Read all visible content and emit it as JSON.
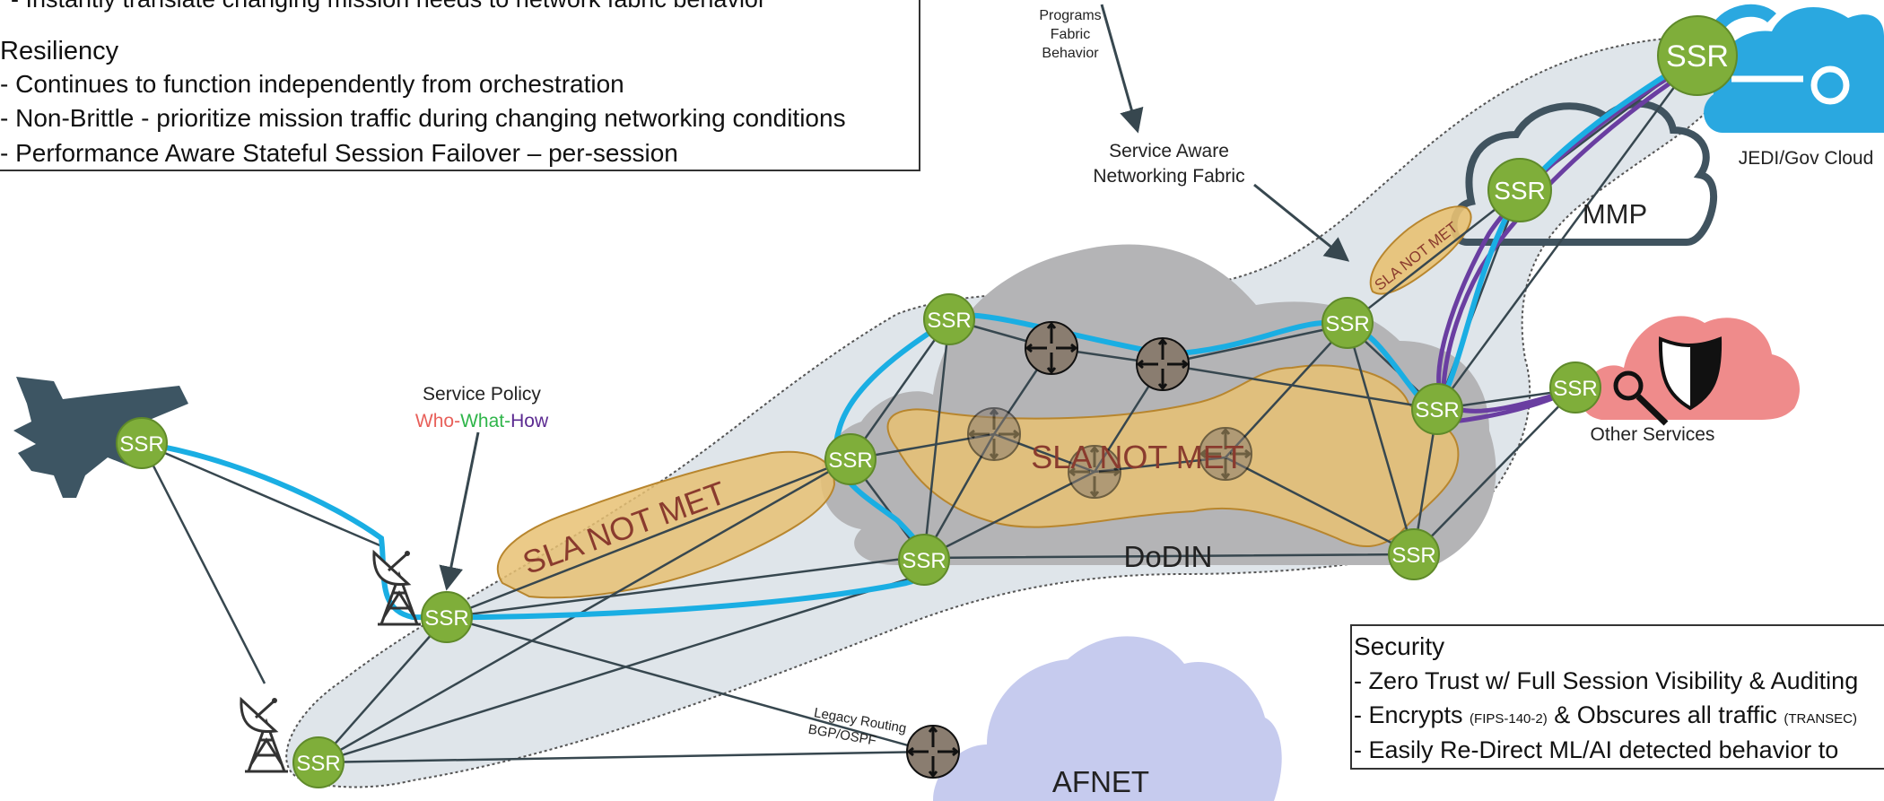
{
  "top_box": {
    "cut_line": "- Instantly translate changing mission needs to network fabric behavior",
    "heading": "Resiliency",
    "bullets": [
      "- Continues to function independently from orchestration",
      "- Non-Brittle - prioritize mission traffic during changing networking conditions",
      "- Performance Aware Stateful Session Failover – per-session"
    ]
  },
  "security_box": {
    "heading": "Security",
    "line1": "- Zero Trust w/ Full Session Visibility & Auditing",
    "line2_a": "- Encrypts ",
    "line2_b": "(FIPS-140-2)",
    "line2_c": " & Obscures all traffic ",
    "line2_d": "(TRANSEC)",
    "line3": "- Easily Re-Direct ML/AI detected behavior to"
  },
  "labels": {
    "programs_1": "Programs",
    "programs_2": "Fabric",
    "programs_3": "Behavior",
    "saf_1": "Service Aware",
    "saf_2": "Networking Fabric",
    "jedi": "JEDI/Gov Cloud",
    "mmp": "MMP",
    "other_services": "Other Services",
    "dodin": "DoDIN",
    "afnet": "AFNET",
    "service_policy": "Service Policy",
    "who": "Who",
    "dash1": "-",
    "what": "What",
    "dash2": "-",
    "how": "How",
    "legacy_1": "Legacy Routing",
    "legacy_2": "BGP/OSPF",
    "sla_left": "SLA NOT MET",
    "sla_center": "SLA NOT MET",
    "sla_top": "SLA NOT MET"
  },
  "node_label": "SSR",
  "colors": {
    "ssr_green": "#7fae3a",
    "path_blue": "#1aaee3",
    "path_purple": "#6a3ea1",
    "sla_fill": "#e8c173",
    "dodin_gray": "#b4b4b6",
    "fabric_fill": "#dfe5ea",
    "afnet_fill": "#c6cbee",
    "cloud_blue": "#2aa8e0",
    "other_red": "#ef8b8b",
    "who_color": "#e8605a",
    "what_color": "#2fb54a",
    "how_color": "#5b2a91"
  }
}
